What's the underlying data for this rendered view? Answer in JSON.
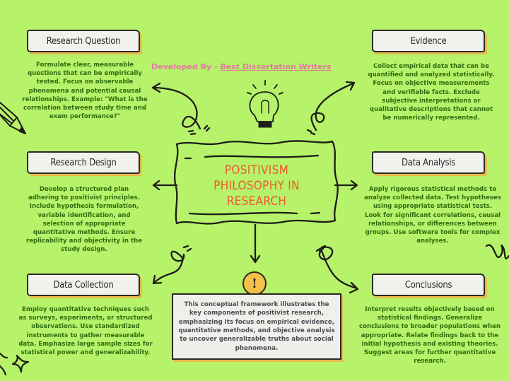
{
  "credit": {
    "prefix": "Developed By - ",
    "link": "Best Dissertation Writers",
    "color": "#e27aa0"
  },
  "title": {
    "line1": "POSITIVISM",
    "line2": "PHILOSOPHY IN",
    "line3": "RESEARCH",
    "color": "#ee5a2e"
  },
  "colors": {
    "background": "#b6f26a",
    "label_box_fill": "#f1f1ee",
    "label_box_shadow": "#e7b94a",
    "description_text": "#2f6d0f",
    "outline": "#2a2a22"
  },
  "nodes": [
    {
      "id": "research-question",
      "label": "Research Question",
      "description": "Formulate clear, measurable questions that can be empirically tested. Focus on observable phenomena and potential causal relationships. Example: \"What is the correlation between study time and exam performance?\""
    },
    {
      "id": "evidence",
      "label": "Evidence",
      "description": "Collect empirical data that can be quantified and analyzed statistically. Focus on objective measurements and verifiable facts. Exclude subjective interpretations or qualitative descriptions that cannot be numerically represented."
    },
    {
      "id": "research-design",
      "label": "Research Design",
      "description": "Develop a structured plan adhering to positivist principles. Include hypothesis formulation, variable identification, and selection of appropriate quantitative methods. Ensure replicability and objectivity in the study design."
    },
    {
      "id": "data-analysis",
      "label": "Data Analysis",
      "description": "Apply rigorous statistical methods to analyze collected data. Test hypotheses using appropriate statistical tests. Look for significant correlations, causal relationships, or differences between groups. Use software tools for complex analyses."
    },
    {
      "id": "data-collection",
      "label": "Data Collection",
      "description": "Employ quantitative techniques such as surveys, experiments, or structured observations. Use standardized instruments to gather measurable data. Emphasize large sample sizes for statistical power and generalizability."
    },
    {
      "id": "conclusions",
      "label": "Conclusions",
      "description": "Interpret results objectively based on statistical findings. Generalize conclusions to broader populations when appropriate. Relate findings back to the initial hypothesis and existing theories. Suggest areas for further quantitative research."
    }
  ],
  "summary": {
    "badge": "!",
    "text": "This conceptual framework illustrates the key components of positivist research, emphasizing its focus on empirical evidence, quantitative methods, and objective analysis to uncover generalizable truths about social phenomena."
  },
  "icons": {
    "top_center": "lightbulb-icon",
    "top_left": "pencil-icon",
    "bottom_left": "sparkle-stars-icon",
    "right_middle": "squiggle-loop-icon",
    "summary_badge": "exclamation-icon"
  }
}
